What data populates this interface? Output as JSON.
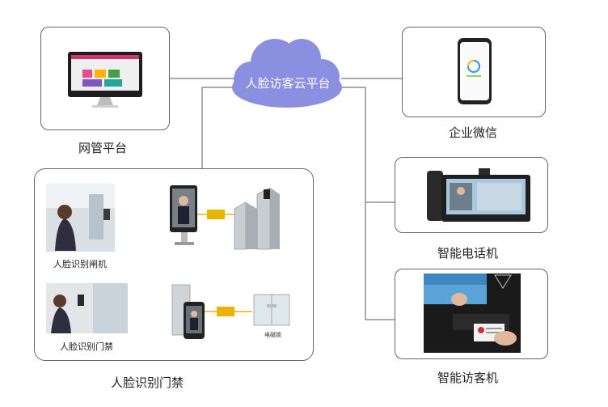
{
  "cloud": {
    "label": "人脸访客云平台",
    "color": "#8a8fe0"
  },
  "nodes": {
    "net_mgmt": {
      "label": "网管平台"
    },
    "wecom": {
      "label": "企业微信"
    },
    "smart_phone": {
      "label": "智能电话机"
    },
    "smart_visitor": {
      "label": "智能访客机"
    },
    "face_access": {
      "label": "人脸识别门禁",
      "gate_caption": "人脸识别闸机",
      "door_caption": "人脸识别门禁",
      "lock_caption": "电磁锁"
    }
  },
  "colors": {
    "line": "#777777",
    "border": "#666666",
    "accent_lock": "#e8b400"
  }
}
